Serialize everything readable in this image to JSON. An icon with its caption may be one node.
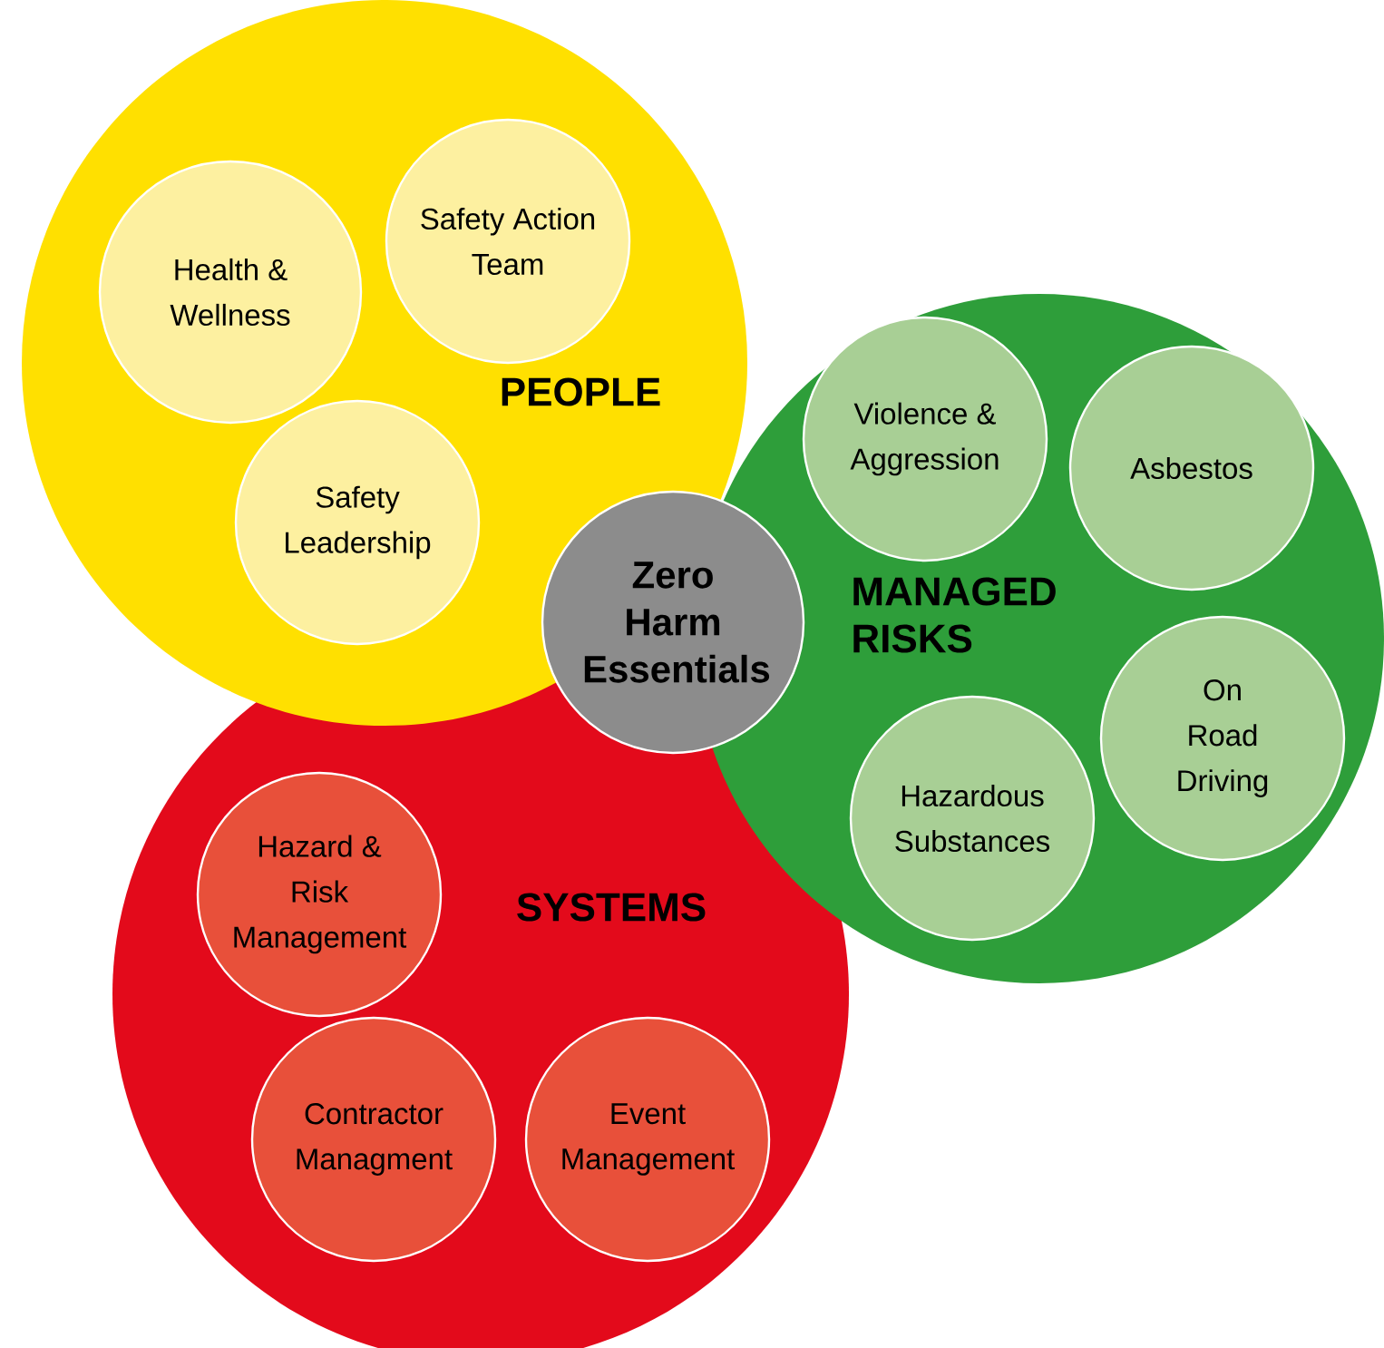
{
  "diagram": {
    "nodes": [
      {
        "text": [
          "PEOPLE"
        ]
      },
      {
        "text": [
          "Health & Wellness"
        ],
        "in": 0
      },
      {
        "text": [
          "Safety Action Team"
        ],
        "in": 0
      },
      {
        "text": [
          "Safety Leadership"
        ],
        "in": 0
      },
      {
        "text": [
          "MANAGED RISKS"
        ]
      },
      {
        "text": [
          "Violence & Aggression"
        ],
        "in": 4
      },
      {
        "text": [
          "Asbestos"
        ],
        "in": 4
      },
      {
        "text": [
          "On Road Driving"
        ],
        "in": 4
      },
      {
        "text": [
          "Hazardous Substances"
        ],
        "in": 4
      },
      {
        "text": [
          "SYSTEMS"
        ]
      },
      {
        "text": [
          "Hazard & Risk Management"
        ],
        "in": 9
      },
      {
        "text": [
          "Contractor Managment"
        ],
        "in": 9
      },
      {
        "text": [
          "Event Management"
        ],
        "in": 9
      },
      {
        "text": [
          "Zero Harm Essentials"
        ]
      }
    ]
  }
}
